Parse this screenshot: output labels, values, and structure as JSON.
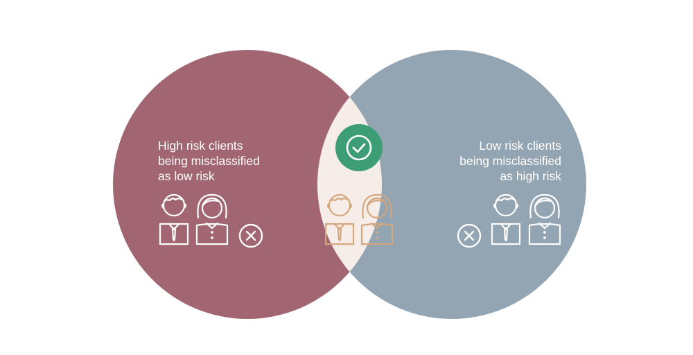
{
  "left_set": {
    "lines": [
      "High risk clients",
      "being misclassified",
      "as low risk"
    ],
    "color": "#a16672",
    "icon": "x-circle-icon"
  },
  "right_set": {
    "lines": [
      "Low risk clients",
      "being misclassified",
      "as high risk"
    ],
    "color": "#93a4b2",
    "icon": "x-circle-icon"
  },
  "intersection": {
    "color": "#f6ede8",
    "icon": "check-circle-icon",
    "icon_color": "#3d9e76",
    "people_color": "#d4a77e"
  },
  "people_icons": [
    "man-icon",
    "woman-icon"
  ]
}
